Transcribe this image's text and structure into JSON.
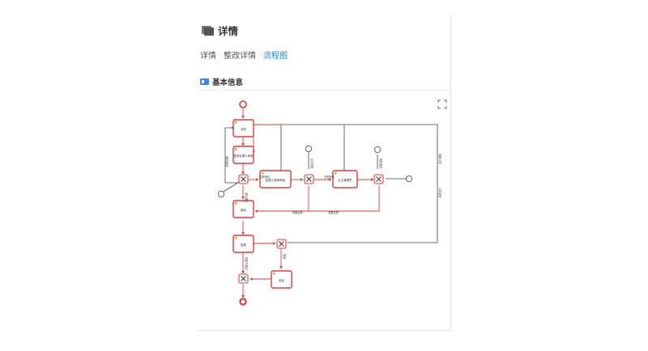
{
  "header": {
    "title": "详情"
  },
  "tabs": [
    {
      "label": "详情",
      "active": false
    },
    {
      "label": "整改详情",
      "active": false
    },
    {
      "label": "流程图",
      "active": true
    }
  ],
  "section": {
    "title": "基本信息"
  },
  "diagram": {
    "nodes": [
      {
        "id": "t1",
        "label": "派发"
      },
      {
        "id": "t2",
        "label": "整改处理人审批"
      },
      {
        "id": "t3",
        "label": "接收"
      },
      {
        "id": "t4",
        "label": "复核"
      },
      {
        "id": "t5",
        "label": "验证"
      },
      {
        "id": "t6",
        "label": "监理工程师审批"
      },
      {
        "id": "t7",
        "label": "业主管理员"
      }
    ],
    "edge_labels": [
      "审批通过",
      "审批驳回",
      "需要复核",
      "需要复核",
      "立即驳回",
      "重新派发",
      "无需审批",
      "业主审批",
      "复核通过",
      "复核不通过",
      "签收",
      "派发选择"
    ],
    "colors": {
      "task": "#e53935",
      "line": "#444444",
      "accent": "#1e88e5"
    }
  }
}
